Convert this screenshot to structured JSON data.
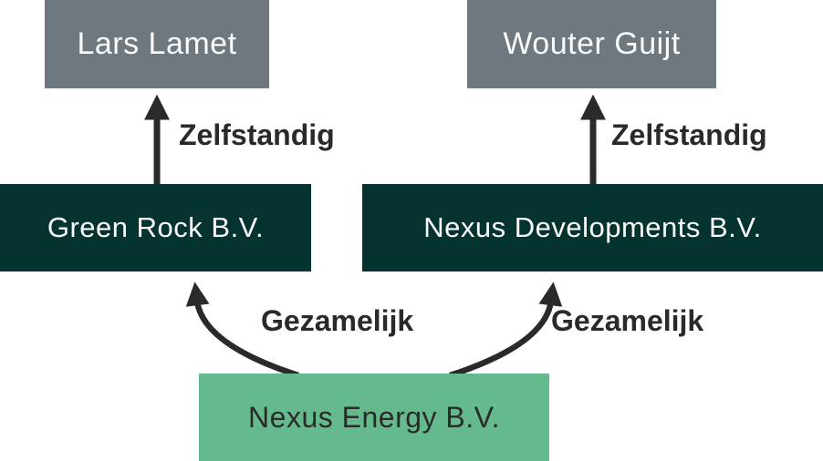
{
  "diagram": {
    "title": "ownership-structure-diagram",
    "colors": {
      "background": "#ffffff",
      "person_box": "#6f777f",
      "company_box": "#05332f",
      "parent_box": "#64b98d",
      "arrow_and_label": "#2a2a2a",
      "box_text_light": "#fafafa",
      "box_text_dark": "#2a2a2a"
    },
    "nodes": {
      "person_left": {
        "label": "Lars Lamet"
      },
      "person_right": {
        "label": "Wouter Guijt"
      },
      "company_left": {
        "label": "Green Rock B.V."
      },
      "company_right": {
        "label": "Nexus Developments B.V."
      },
      "parent": {
        "label": "Nexus Energy B.V."
      }
    },
    "edges": {
      "left_vertical": {
        "label": "Zelfstandig",
        "from": "company_left",
        "to": "person_left",
        "style": "straight-up"
      },
      "right_vertical": {
        "label": "Zelfstandig",
        "from": "company_right",
        "to": "person_right",
        "style": "straight-up"
      },
      "left_curve": {
        "label": "Gezamelijk",
        "from": "parent",
        "to": "company_left",
        "style": "curved-up-left"
      },
      "right_curve": {
        "label": "Gezamelijk",
        "from": "parent",
        "to": "company_right",
        "style": "curved-up-right"
      }
    }
  }
}
